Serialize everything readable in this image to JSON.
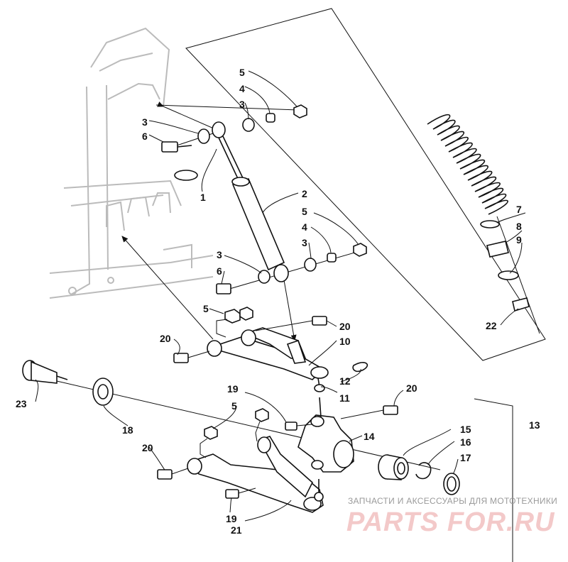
{
  "diagram": {
    "callouts": [
      "1",
      "2",
      "3",
      "4",
      "5",
      "6",
      "7",
      "8",
      "9",
      "10",
      "11",
      "12",
      "13",
      "14",
      "15",
      "16",
      "17",
      "18",
      "19",
      "20",
      "21",
      "22",
      "23"
    ]
  },
  "watermark": {
    "tagline": "ЗАПЧАСТИ И АКСЕССУАРЫ ДЛЯ МОТОТЕХНИКИ",
    "brand": "PARTS FOR.RU"
  }
}
